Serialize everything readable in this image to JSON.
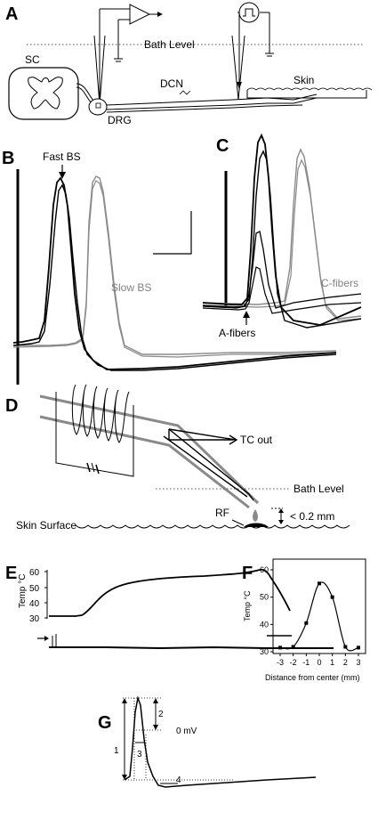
{
  "panels": {
    "a": "A",
    "b": "B",
    "c": "C",
    "d": "D",
    "e": "E",
    "f": "F",
    "g": "G"
  },
  "panel_a": {
    "bath_level": "Bath Level",
    "sc": "SC",
    "drg": "DRG",
    "dcn": "DCN",
    "skin": "Skin"
  },
  "panel_b": {
    "fast_bs": "Fast BS",
    "slow_bs": "Slow BS"
  },
  "panel_c": {
    "c_fibers": "C-fibers",
    "a_fibers": "A-fibers"
  },
  "panel_d": {
    "tc_out": "TC out",
    "bath_level": "Bath Level",
    "rf": "RF",
    "skin_surface": "Skin Surface",
    "distance": "< 0.2 mm"
  },
  "panel_e": {
    "ylabel": "Temp °C",
    "ticks": [
      "60",
      "50",
      "40",
      "30"
    ]
  },
  "panel_g": {
    "zero_mv": "0 mV",
    "measures": [
      "1",
      "2",
      "3",
      "4"
    ]
  },
  "chart_data": {
    "type": "line",
    "ylabel": "Temp °C",
    "xlabel": "Distance from center (mm)",
    "xlim": [
      -3,
      3
    ],
    "ylim": [
      30,
      60
    ],
    "x_ticks": [
      "-3",
      "-2",
      "-1",
      "0",
      "1",
      "2",
      "3"
    ],
    "y_ticks": [
      "30",
      "40",
      "50",
      "60"
    ],
    "x": [
      -3,
      -2,
      -1,
      0,
      1,
      2,
      3
    ],
    "values": [
      31.5,
      31.8,
      40.5,
      55,
      50,
      31.8,
      31.5
    ]
  }
}
